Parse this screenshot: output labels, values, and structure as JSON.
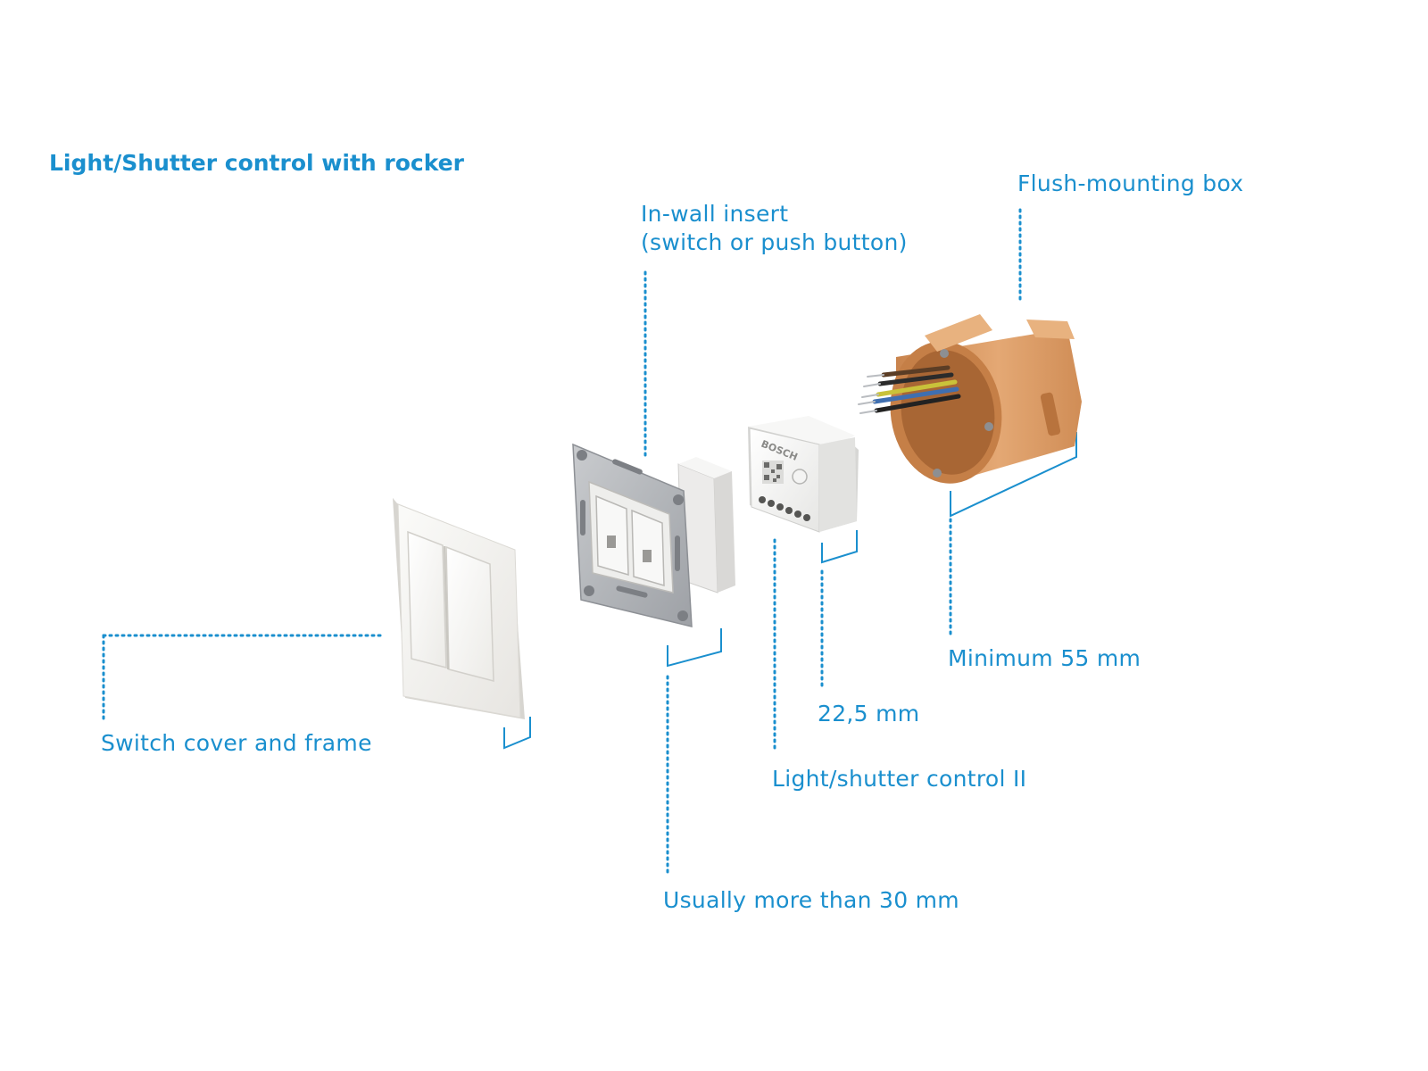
{
  "title": "Light/Shutter control with rocker",
  "labels": {
    "flush_box": "Flush-mounting box",
    "insert_line1": "In-wall insert",
    "insert_line2": "(switch or push button)",
    "min55": "Minimum 55 mm",
    "d225": "22,5 mm",
    "light_control": "Light/shutter control II",
    "switch_cover": "Switch cover and frame",
    "more30": "Usually more than 30 mm"
  },
  "device_brand": "BOSCH",
  "colors": {
    "label_blue": "#1a8fce",
    "box_orange": "#d99a63",
    "frame_white": "#f3f2ef",
    "metal_grey": "#a9acb0"
  }
}
